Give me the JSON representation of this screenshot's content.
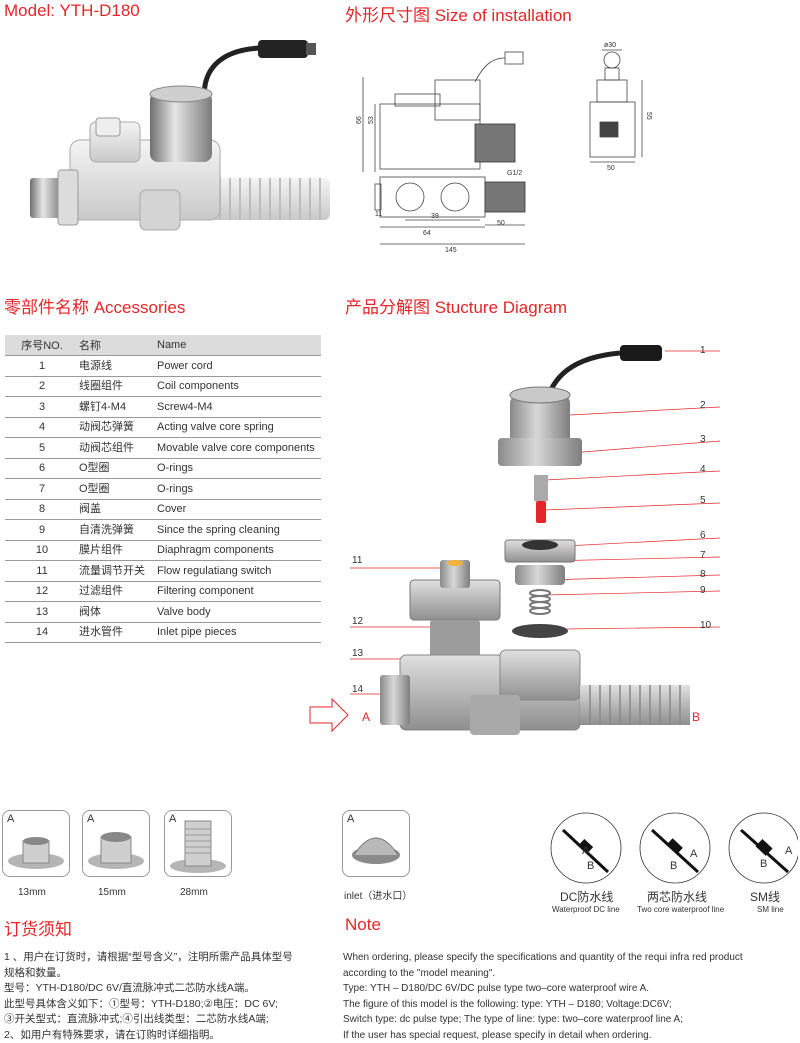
{
  "model_title": "Model: YTH-D180",
  "install_title": "外形尺寸图 Size of installation",
  "accessories_title": "零部件名称 Accessories",
  "structure_title": "产品分解图 Stucture Diagram",
  "order_title": "订货须知",
  "note_title": "Note",
  "dimensions": {
    "d66": "66",
    "d53": "53",
    "d55": "55",
    "d50_side": "50",
    "d30": "ø30",
    "g12": "G1/2",
    "d11": "11",
    "d39": "39",
    "d64": "64",
    "d50": "50",
    "d145": "145"
  },
  "table": {
    "headers": [
      "序号NO.",
      "名称",
      "Name"
    ],
    "rows": [
      [
        "1",
        "电源线",
        "Power cord"
      ],
      [
        "2",
        "线圈组件",
        "Coil components"
      ],
      [
        "3",
        "螺钉4-M4",
        "Screw4-M4"
      ],
      [
        "4",
        "动阀芯弹簧",
        "Acting valve core spring"
      ],
      [
        "5",
        "动阀芯组件",
        "Movable valve core components"
      ],
      [
        "6",
        "O型圈",
        "O-rings"
      ],
      [
        "7",
        "O型圈",
        "O-rings"
      ],
      [
        "8",
        "阀盖",
        "Cover"
      ],
      [
        "9",
        "自清洗弹簧",
        "Since the spring cleaning"
      ],
      [
        "10",
        "膜片组件",
        "Diaphragm components"
      ],
      [
        "11",
        "流量调节开关",
        "Flow regulatiang switch"
      ],
      [
        "12",
        "过滤组件",
        "Filtering component"
      ],
      [
        "13",
        "阀体",
        "Valve body"
      ],
      [
        "14",
        "进水管件",
        "Inlet pipe pieces"
      ]
    ]
  },
  "callouts": [
    "1",
    "2",
    "3",
    "4",
    "5",
    "6",
    "7",
    "8",
    "9",
    "10",
    "11",
    "12",
    "13",
    "14"
  ],
  "flow_labels": {
    "a": "A",
    "b": "B"
  },
  "inlet_options": [
    {
      "letter": "A",
      "caption": "13mm"
    },
    {
      "letter": "A",
      "caption": "15mm"
    },
    {
      "letter": "A",
      "caption": "28mm"
    }
  ],
  "filter_option": {
    "letter": "A",
    "caption": "inlet（进水口）"
  },
  "wire_types": [
    {
      "cn": "DC防水线",
      "en": "Waterproof DC line",
      "a": "A",
      "b": "B"
    },
    {
      "cn": "两芯防水线",
      "en": "Two core waterproof line",
      "a": "A",
      "b": "B"
    },
    {
      "cn": "SM线",
      "en": "SM line",
      "a": "A",
      "b": "B"
    }
  ],
  "order_lines": [
    "1 、用户在订货时，请根据“型号含义”，注明所需产品具体型号",
    "规格和数量。",
    " 型号：YTH-D180/DC 6V/直流脉冲式二芯防水线A端。",
    " 此型号具体含义如下：①型号：YTH-D180;②电压：DC 6V;",
    " ③开关型式：直流脉冲式;④引出线类型：二芯防水线A端;",
    "2、如用户有特殊要求，请在订购时详细指明。"
  ],
  "note_lines": [
    "When ordering, please specify the specifications and quantity of the requi infra red product",
    "according to the \"model meaning\".",
    "Type: YTH – D180/DC 6V/DC pulse type two–core waterproof wire A.",
    "The figure of this model is the following: type: YTH – D180; Voltage:DC6V;",
    "Switch type: dc pulse type; The type of line: type: two–core waterproof line A;",
    "If the user has special request, please specify in detail when ordering."
  ],
  "colors": {
    "accent": "#e52629",
    "text": "#333333",
    "table_header": "#dcdcdc"
  }
}
